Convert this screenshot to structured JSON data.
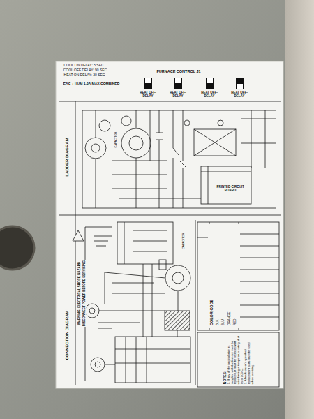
{
  "diagram": {
    "nodes": [
      {
        "text": [
          "HEAT OFF-DELAY"
        ]
      },
      {
        "text": [
          "HEAT OFF-DELAY"
        ]
      },
      {
        "text": [
          "HEAT OFF-DELAY"
        ]
      },
      {
        "text": [
          "HEAT OFF-DELAY"
        ]
      },
      {
        "text": [
          "PRINTED CIRCUIT BOARD"
        ]
      },
      {
        "text": [
          "COLOR CODE",
          "BLK",
          "BLU",
          "ORANGE",
          "RED"
        ]
      },
      {
        "text": [
          "NOTES:",
          "1. If any of the original wire as supplied with the furnace must be replaced, it must be replaced with wire having a temperature rating of at least 105°C.",
          "2. Manufacturer's specified replacement parts must be used when servicing."
        ]
      }
    ],
    "labels": [
      "COOL ON DELAY: 5 SEC",
      "COOL OFF DELAY: 90 SEC",
      "HEAT ON DELAY: 30 SEC",
      "EAC + HUM 1.0A MAX COMBINED",
      "FURNACE CONTROL  J1",
      "LADDER DIAGRAM",
      "CONNECTION DIAGRAM",
      "WARNING: ELECTRICAL SHOCK HAZARD",
      "DISCONNECT POWER BEFORE SERVICING",
      "CAPACITOR",
      "CAPACITOR"
    ]
  }
}
